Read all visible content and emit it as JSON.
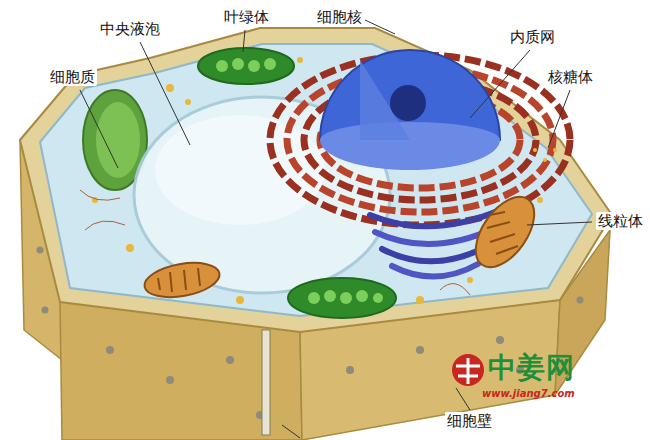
{
  "diagram": {
    "labels": [
      "中央液泡",
      "叶绿体",
      "细胞核",
      "内质网",
      "细胞质",
      "核糖体",
      "线粒体",
      "细胞壁",
      "中姜网",
      "www.jiang7.com"
    ]
  }
}
